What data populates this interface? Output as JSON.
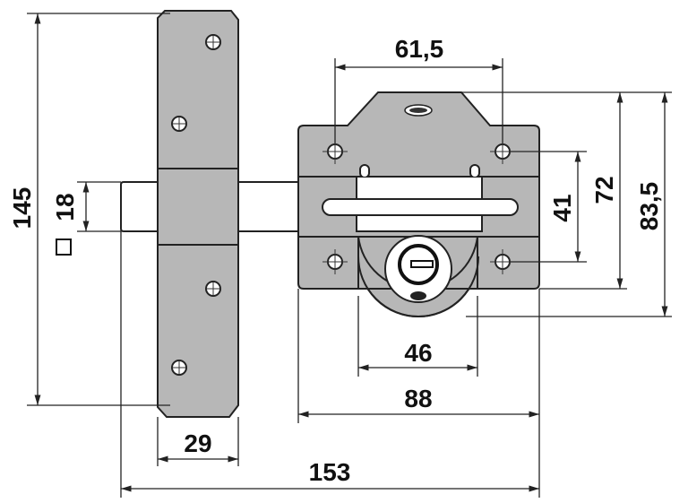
{
  "title": "Lock and hinge dimension drawing",
  "colors": {
    "metal": "#b7b7b7",
    "line": "#222222"
  },
  "dimensions": {
    "overall_height": "145",
    "bolt_square": "18",
    "hole_spacing_top": "61,5",
    "plate_height": "72",
    "total_lock_height": "83,5",
    "hole_spacing_vertical": "41",
    "cylinder_width": "46",
    "lock_width": "88",
    "hinge_width": "29",
    "overall_length": "153"
  }
}
